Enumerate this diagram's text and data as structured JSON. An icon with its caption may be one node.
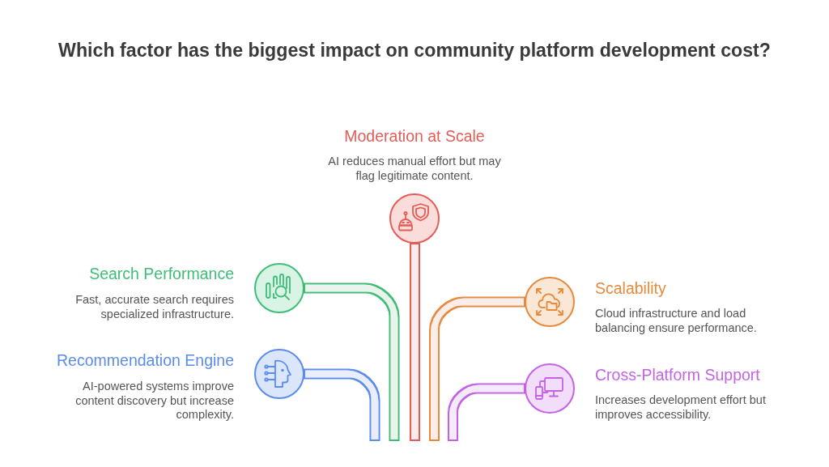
{
  "diagram": {
    "title": "Which factor has the biggest impact on community platform development cost?",
    "nodes": [
      {
        "text": [
          "Moderation at Scale",
          "AI reduces manual effort but may flag legitimate content."
        ]
      },
      {
        "text": [
          "Search Performance",
          "Fast, accurate search requires specialized infrastructure."
        ]
      },
      {
        "text": [
          "Scalability",
          "Cloud infrastructure and load balancing ensure performance."
        ]
      },
      {
        "text": [
          "Recommendation Engine",
          "AI-powered systems improve content discovery but increase complexity."
        ]
      },
      {
        "text": [
          "Cross-Platform Support",
          "Increases development effort but improves accessibility."
        ]
      }
    ],
    "edges": [
      {
        "from": null,
        "to": 0,
        "arrow": "none",
        "color": "#e35d57"
      },
      {
        "from": null,
        "to": 1,
        "arrow": "none",
        "color": "#3dbd78"
      },
      {
        "from": null,
        "to": 2,
        "arrow": "none",
        "color": "#e68a3c"
      },
      {
        "from": null,
        "to": 3,
        "arrow": "none",
        "color": "#5b8cec"
      },
      {
        "from": null,
        "to": 4,
        "arrow": "none",
        "color": "#c264e4"
      }
    ]
  }
}
